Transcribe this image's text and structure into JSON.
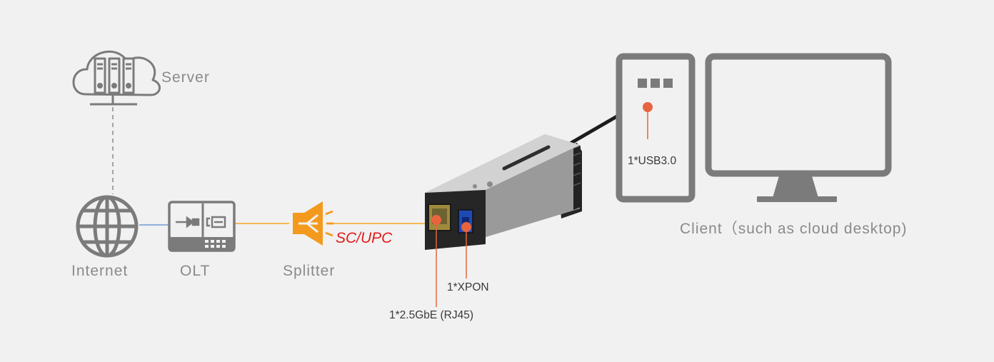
{
  "labels": {
    "server": "Server",
    "internet": "Internet",
    "olt": "OLT",
    "splitter": "Splitter",
    "sc_upc": "SC/UPC",
    "usb": "1*USB3.0",
    "xpon": "1*XPON",
    "rj45": "1*2.5GbE (RJ45)",
    "client": "Client（such as cloud desktop)"
  },
  "colors": {
    "background": "#f1f1f1",
    "icon_gray": "#7b7b7b",
    "fiber_orange": "#f5b041",
    "splitter_orange": "#f39a1e",
    "ethernet_blue": "#6f9bd1",
    "marker_red": "#e8643f",
    "sc_upc_text": "#e31b1b"
  },
  "icons": [
    "cloud-server-icon",
    "globe-icon",
    "olt-device-icon",
    "splitter-icon",
    "onu-stick-device-icon",
    "desktop-tower-icon",
    "monitor-icon"
  ]
}
